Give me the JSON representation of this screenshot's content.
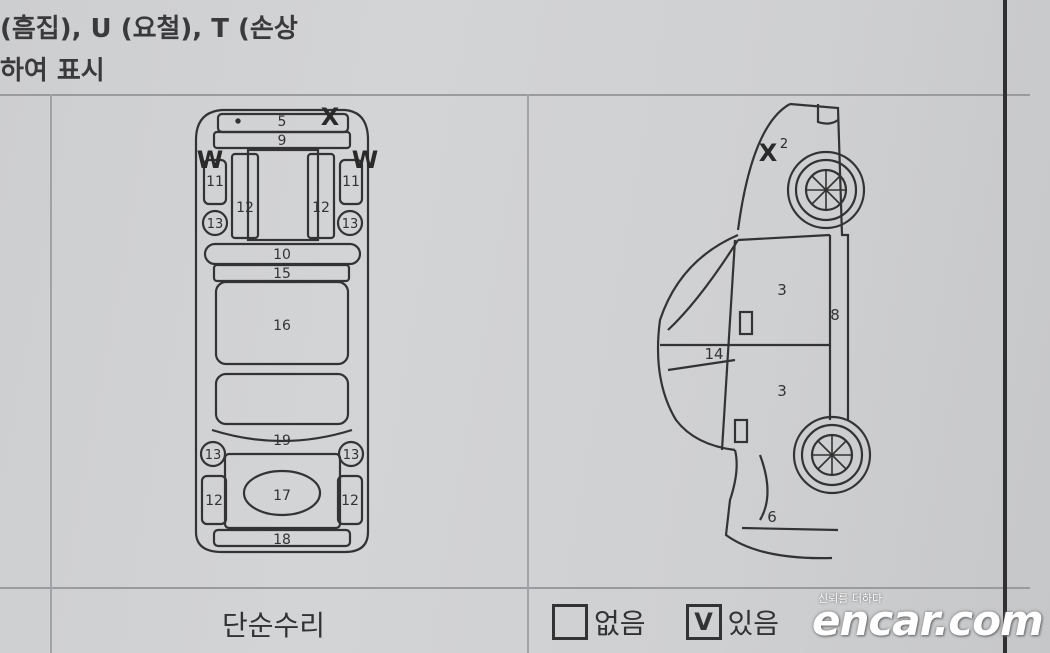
{
  "header": {
    "line1": "(흠집), U (요철), T (손상",
    "line2": "하여 표시"
  },
  "diagram_top": {
    "marks": {
      "x": "X",
      "w_left": "W",
      "w_right": "W"
    },
    "parts": {
      "p5": "5",
      "p9": "9",
      "p10": "10",
      "p11a": "11",
      "p11b": "11",
      "p12a": "12",
      "p12b": "12",
      "p12c": "12",
      "p12d": "12",
      "p13a": "13",
      "p13b": "13",
      "p13c": "13",
      "p13d": "13",
      "p15": "15",
      "p16": "16",
      "p17": "17",
      "p18": "18",
      "p19": "19"
    }
  },
  "diagram_side": {
    "marks": {
      "x": "X",
      "x_sup": "2"
    },
    "parts": {
      "p3a": "3",
      "p3b": "3",
      "p6": "6",
      "p8": "8",
      "p14": "14"
    }
  },
  "footer": {
    "repair_label": "단순수리",
    "options": [
      {
        "label": "없음",
        "checked": false,
        "mark": ""
      },
      {
        "label": "있음",
        "checked": true,
        "mark": "V"
      }
    ]
  },
  "watermark": {
    "tagline": "신뢰를 더하다",
    "brand": "encar.com"
  }
}
